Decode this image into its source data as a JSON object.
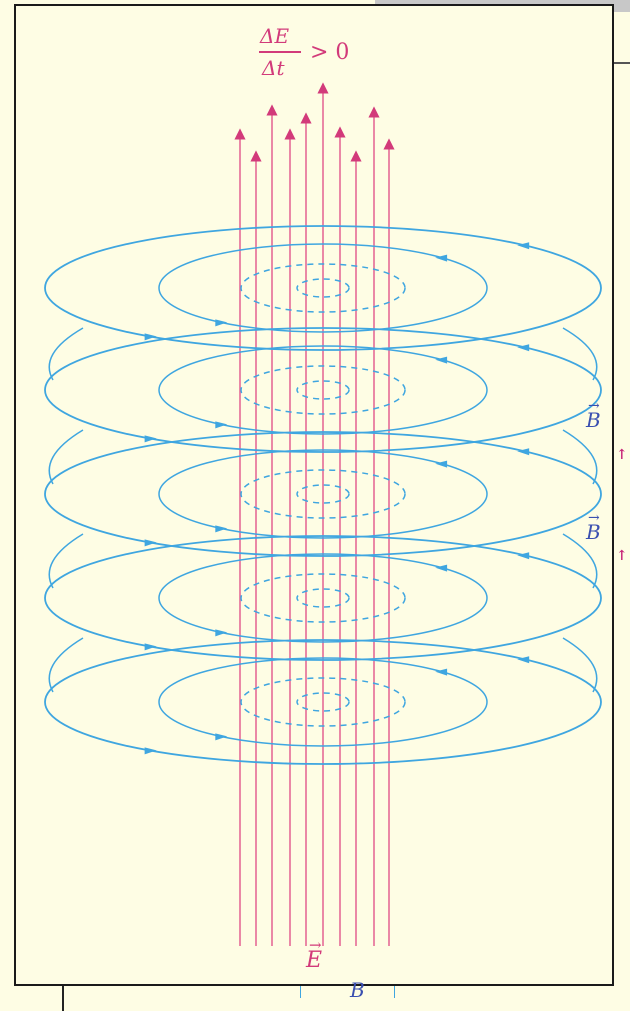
{
  "formula": {
    "numerator": "ΔE",
    "denominator": "Δt",
    "relation": "> 0"
  },
  "labels": {
    "b_field_1": "B",
    "b_field_2": "B",
    "e_field": "E",
    "bottom_b": "B"
  },
  "colors": {
    "background": "#fefde4",
    "magnetic_field": "#3fa6e0",
    "electric_field": "#e56b96",
    "frame": "#1a1a1a"
  }
}
